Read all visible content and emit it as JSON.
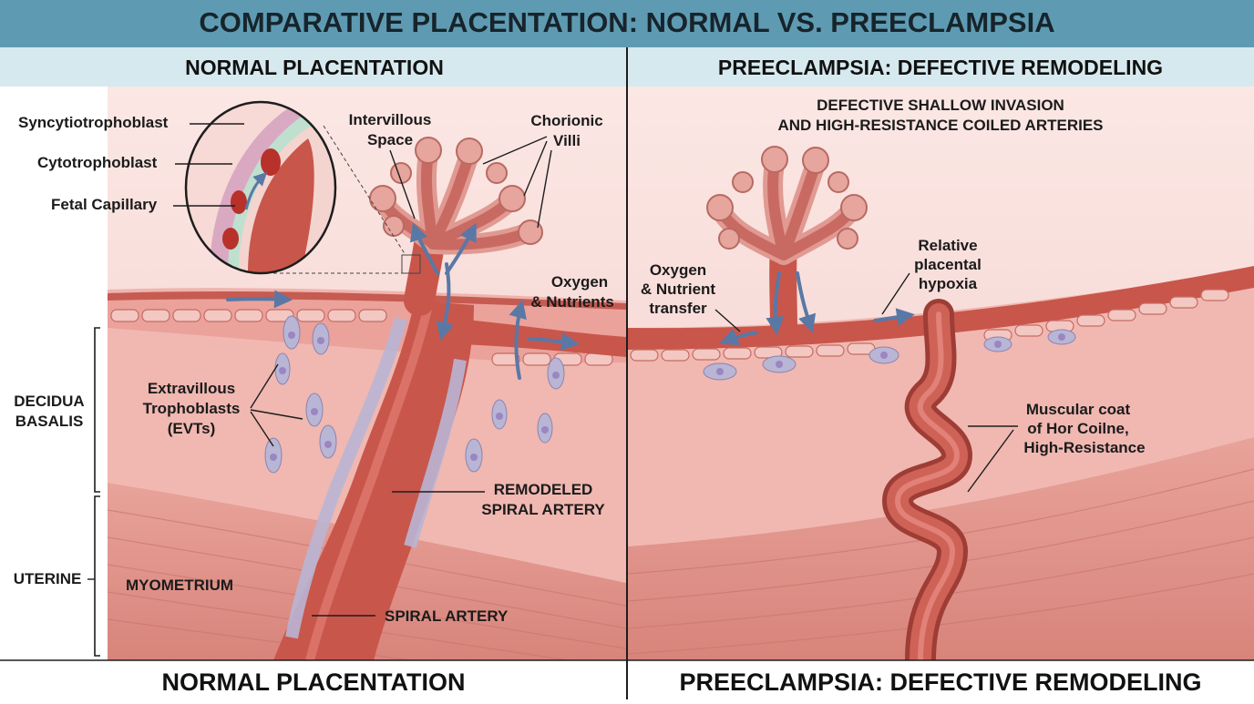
{
  "title": "COMPARATIVE PLACENTATION: NORMAL VS. PREECLAMPSIA",
  "left": {
    "header": "NORMAL PLACENTATION",
    "footer": "NORMAL PLACENTATION",
    "labels": {
      "syncytio": "Syncytiotrophoblast",
      "cyto": "Cytotrophoblast",
      "fetal": "Fetal Capillary",
      "intervillous_1": "Intervillous",
      "intervillous_2": "Space",
      "chorionic_1": "Chorionic",
      "chorionic_2": "Villi",
      "oxygen_1": "Oxygen",
      "oxygen_2": "& Nutrients",
      "evt_1": "Extravillous",
      "evt_2": "Trophoblasts",
      "evt_3": "(EVTs)",
      "remodeled_1": "REMODELED",
      "remodeled_2": "SPIRAL ARTERY",
      "myometrium": "MYOMETRIUM",
      "spiral": "SPIRAL ARTERY"
    }
  },
  "right": {
    "header": "PREECLAMPSIA: DEFECTIVE REMODELING",
    "footer": "PREECLAMPSIA: DEFECTIVE REMODELING",
    "labels": {
      "defective_1": "DEFECTIVE SHALLOW INVASION",
      "defective_2": "AND HIGH-RESISTANCE COILED ARTERIES",
      "oxygen_1": "Oxygen",
      "oxygen_2": "& Nutrient",
      "oxygen_3": "transfer",
      "hypoxia_1": "Relative",
      "hypoxia_2": "placental",
      "hypoxia_3": "hypoxia",
      "muscular_1": "Muscular coat",
      "muscular_2": "of Hor Coilne,",
      "muscular_3": "High-Resistance"
    }
  },
  "side_labels": {
    "decidua_1": "DECIDUA",
    "decidua_2": "BASALIS",
    "uterine": "UTERINE"
  },
  "colors": {
    "title_bar": "#5e9bb3",
    "header_bar": "#d6e9ef",
    "tissue": "#f1c6c0",
    "decidua": "#efb3ac",
    "myometrium": "#e3928a",
    "artery": "#c9564b",
    "trophoblast": "#b9b5d4",
    "flow_arrow": "#5a78a6"
  }
}
